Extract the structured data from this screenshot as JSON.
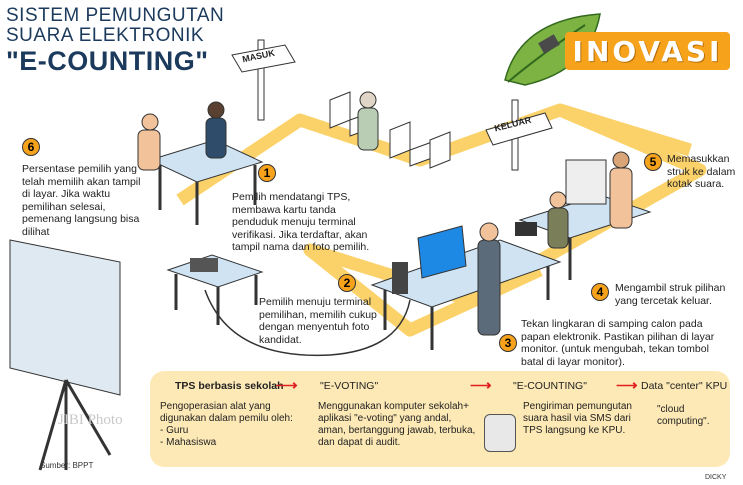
{
  "title": {
    "line1": "SISTEM PEMUNGUTAN",
    "line2": "SUARA ELEKTRONIK",
    "line3": "\"E-COUNTING\""
  },
  "badge": "INOVASI",
  "signs": {
    "masuk": "MASUK",
    "keluar": "KELUAR"
  },
  "steps": [
    {
      "num": "1",
      "text": "Pemilih mendatangi TPS, membawa kartu tanda penduduk menuju terminal verifikasi. Jika terdaftar, akan tampil nama dan foto pemilih."
    },
    {
      "num": "2",
      "text": "Pemilih menuju terminal pemilihan, memilih cukup dengan menyentuh foto kandidat."
    },
    {
      "num": "3",
      "text": "Tekan lingkaran di samping calon pada papan elektronik. Pastikan pilihan di layar monitor. (untuk mengubah, tekan tombol batal di layar monitor)."
    },
    {
      "num": "4",
      "text": "Mengambil struk  pilihan yang tercetak keluar."
    },
    {
      "num": "5",
      "text": "Memasukkan struk  ke dalam kotak suara."
    },
    {
      "num": "6",
      "text": "Persentase pemilih yang telah memilih akan tampil di layar. Jika waktu pemilihan selesai, pemenang langsung bisa dilihat"
    }
  ],
  "flow": [
    {
      "head": "TPS berbasis sekolah",
      "body": "Pengoperasian alat yang digunakan dalam pemilu oleh:\n- Guru\n- Mahasiswa"
    },
    {
      "head": "\"E-VOTING\"",
      "body": "Menggunakan komputer sekolah+ aplikasi \"e-voting\" yang andal, aman, bertanggung jawab, terbuka, dan dapat di audit."
    },
    {
      "head": "\"E-COUNTING\"",
      "body": "Pengiriman pemungutan suara hasil via SMS dari TPS langsung ke KPU."
    },
    {
      "head": "Data \"center\" KPU",
      "body": "\"cloud computing\"."
    }
  ],
  "watermark": "JIBI Photo",
  "source": "Sumber: BPPT",
  "credit": "DICKY",
  "colors": {
    "accent": "#f6a21b",
    "floor": "#fbd26a",
    "panel": "#fde9b6",
    "arrow": "#e02020",
    "title": "#1b3a5c"
  }
}
